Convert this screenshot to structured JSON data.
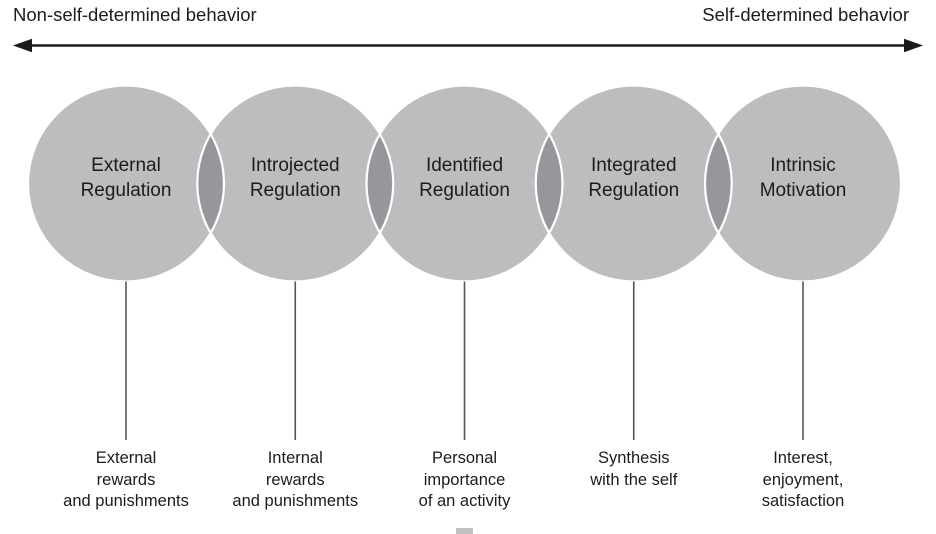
{
  "header": {
    "left_label": "Non-self-determined behavior",
    "right_label": "Self-determined behavior"
  },
  "stages": [
    {
      "circle": [
        "External",
        "Regulation"
      ],
      "description": [
        "External",
        "rewards",
        "and punishments"
      ]
    },
    {
      "circle": [
        "Introjected",
        "Regulation"
      ],
      "description": [
        "Internal",
        "rewards",
        "and punishments"
      ]
    },
    {
      "circle": [
        "Identified",
        "Regulation"
      ],
      "description": [
        "Personal",
        "importance",
        "of an activity"
      ]
    },
    {
      "circle": [
        "Integrated",
        "Regulation"
      ],
      "description": [
        "Synthesis",
        "with the self"
      ]
    },
    {
      "circle": [
        "Intrinsic",
        "Motivation"
      ],
      "description": [
        "Interest,",
        "enjoyment,",
        "satisfaction"
      ]
    }
  ],
  "colors": {
    "circle_fill": "#bcbdbf",
    "circle_overlap": "#96979a",
    "circle_outline": "#ffffff",
    "arrow": "#1a1a1a",
    "connector": "#56565a",
    "text": "#1c1c1c",
    "background": "#ffffff",
    "artifact": "#c2c2c2"
  }
}
